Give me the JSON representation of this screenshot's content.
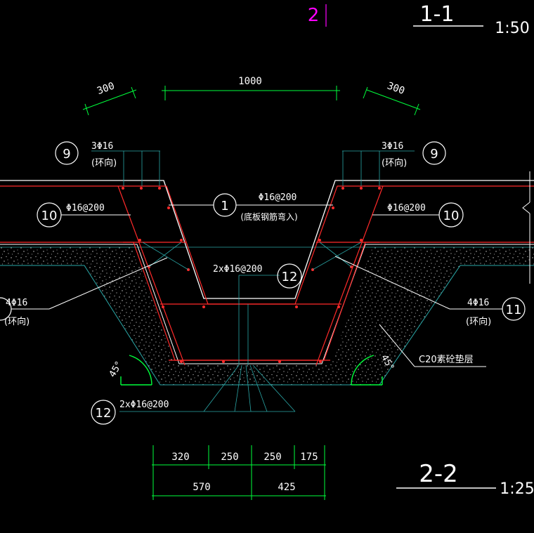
{
  "colors": {
    "background": "#000000",
    "white": "#ffffff",
    "red": "#ff2a2a",
    "green": "#00ff3c",
    "cyan": "#2aa7a7",
    "magenta": "#ff00ff",
    "dots": "#cfcfcf"
  },
  "header": {
    "partial_label": "2",
    "section_label": "1-1",
    "section_scale": "1:50"
  },
  "top_dims": {
    "left": "300",
    "center": "1000",
    "right": "300"
  },
  "callouts": {
    "c9_left": {
      "num": "9",
      "text1": "3Φ16",
      "text2": "(环向)"
    },
    "c9_right": {
      "num": "9",
      "text1": "3Φ16",
      "text2": "(环向)"
    },
    "c1": {
      "num": "1",
      "text1": "Φ16@200",
      "text2": "(底板钢筋弯入)"
    },
    "c10_left": {
      "num": "10",
      "text1": "Φ16@200"
    },
    "c10_right": {
      "num": "10",
      "text1": "Φ16@200"
    },
    "c12_top": {
      "num": "12",
      "text1": "2xΦ16@200"
    },
    "c11_left": {
      "text1": "4Φ16",
      "text2": "(环向)"
    },
    "c11_right": {
      "num": "11",
      "text1": "4Φ16",
      "text2": "(环向)"
    },
    "c12_bottom": {
      "num": "12",
      "text1": "2xΦ16@200"
    }
  },
  "annotations": {
    "concrete_layer": "C20素砼垫层",
    "angle_left": "45°",
    "angle_right": "45°"
  },
  "bottom_dims": {
    "row1": [
      "320",
      "250",
      "250",
      "175"
    ],
    "row2": [
      "570",
      "425"
    ]
  },
  "footer": {
    "section_label": "2-2",
    "section_scale": "1:25"
  }
}
